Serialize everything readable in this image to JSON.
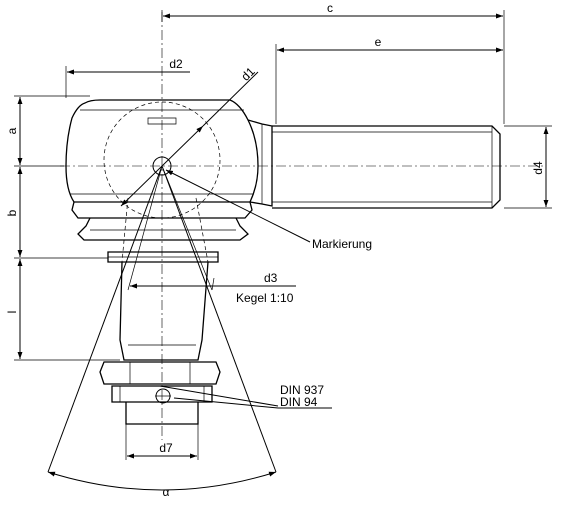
{
  "labels": {
    "c": "c",
    "e": "e",
    "d2": "d2",
    "d1": "d1",
    "a": "a",
    "b": "b",
    "l": "l",
    "d4": "d4",
    "markierung": "Markierung",
    "d3": "d3",
    "kegel": "Kegel 1:10",
    "din937": "DIN 937",
    "din94": "DIN 94",
    "d7": "d7",
    "alpha": "α"
  }
}
